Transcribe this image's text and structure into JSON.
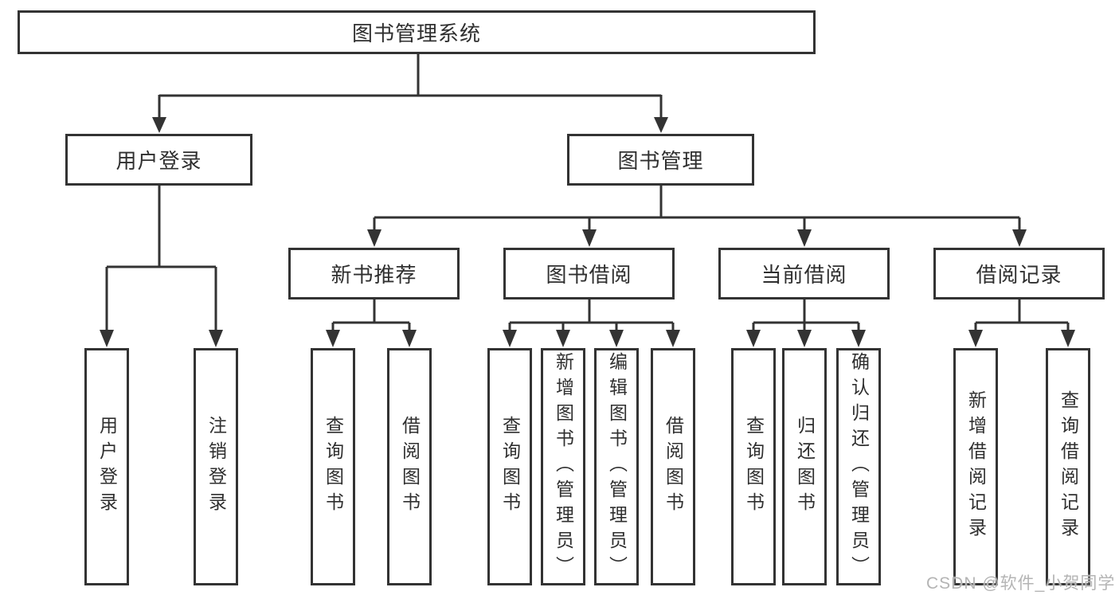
{
  "tree": {
    "root": {
      "label": "图书管理系统"
    },
    "level2": [
      {
        "label": "用户登录"
      },
      {
        "label": "图书管理"
      }
    ],
    "level3": [
      {
        "label": "新书推荐"
      },
      {
        "label": "图书借阅"
      },
      {
        "label": "当前借阅"
      },
      {
        "label": "借阅记录"
      }
    ],
    "leaves": {
      "user_login": [
        "用户登录",
        "注销登录"
      ],
      "new_book_recommend": [
        "查询图书",
        "借阅图书"
      ],
      "book_borrow": [
        "查询图书",
        "新增图书（管理员）",
        "编辑图书（管理员）",
        "借阅图书"
      ],
      "current_borrow": [
        "查询图书",
        "归还图书",
        "确认归还（管理员）"
      ],
      "borrow_records": [
        "新增借阅记录",
        "查询借阅记录"
      ]
    }
  },
  "watermark": {
    "text": "CSDN @软件_小贺同学"
  },
  "colors": {
    "line": "#333333",
    "text": "#2f2f2f",
    "box_background": "#ffffff",
    "watermark": "#b4b4b4",
    "background": "#ffffff"
  }
}
